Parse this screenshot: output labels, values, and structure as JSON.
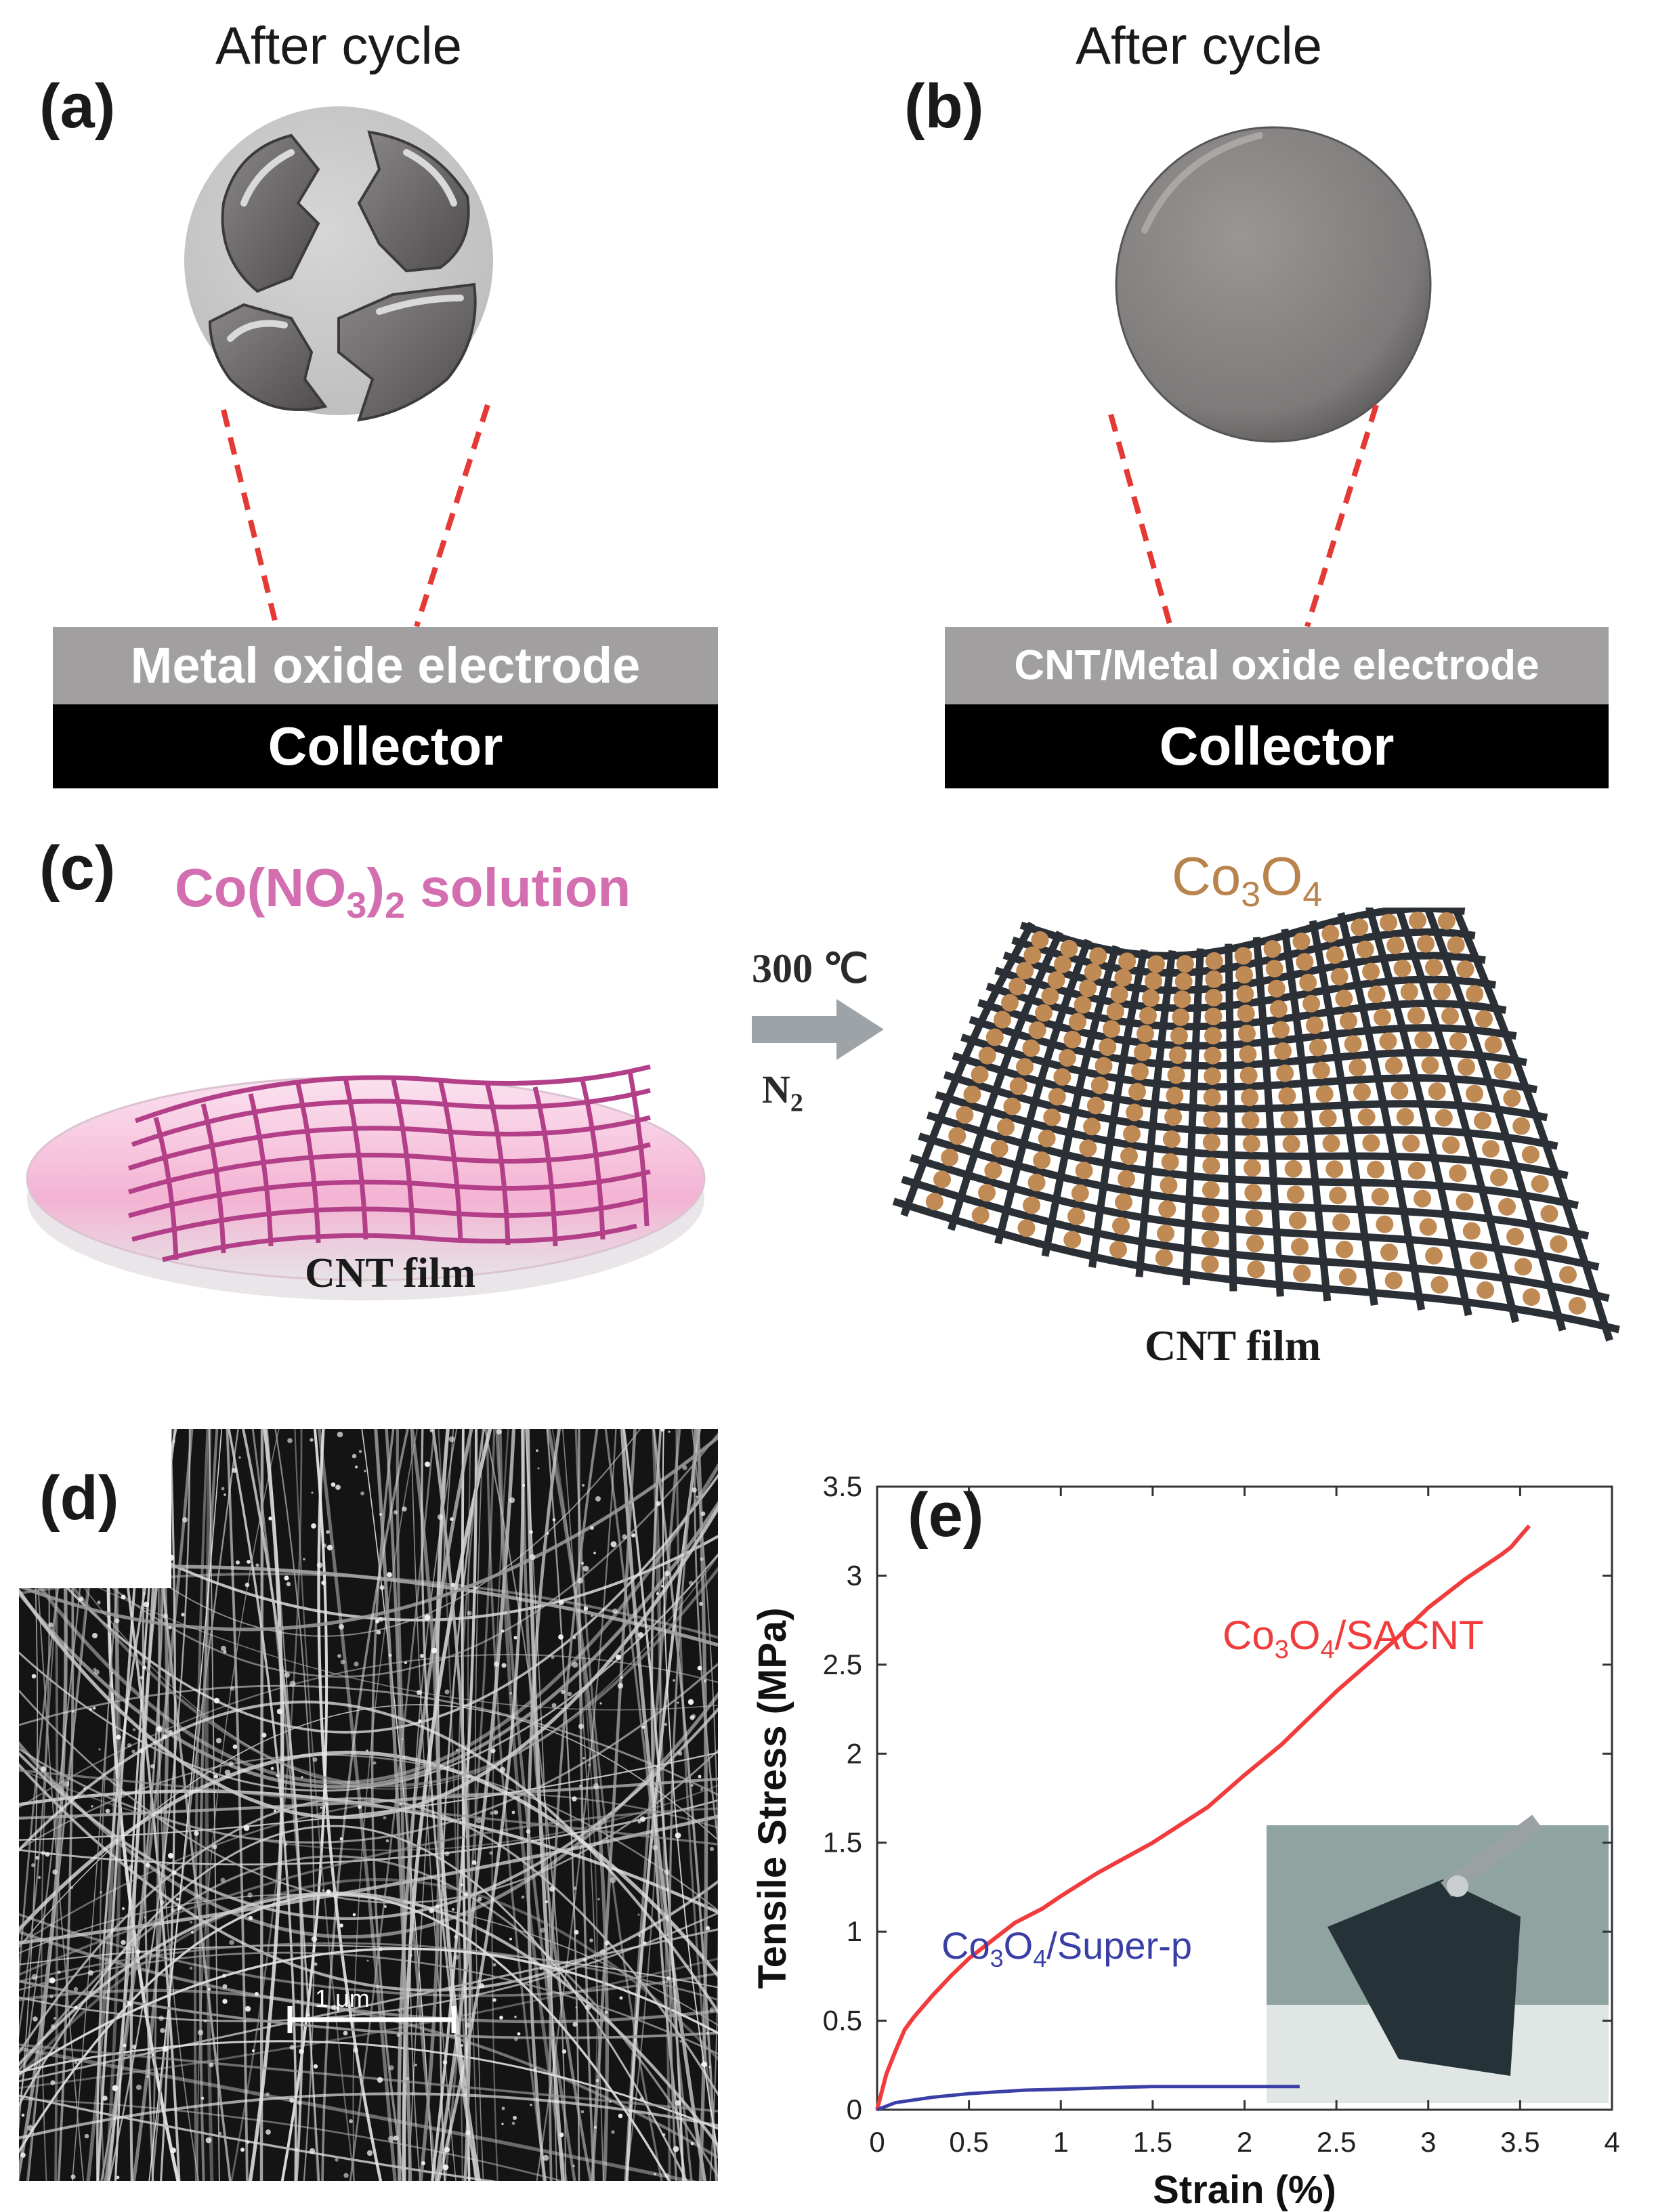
{
  "panel_a": {
    "label": "(a)",
    "header": "After cycle",
    "electrode_label": "Metal oxide electrode",
    "collector_label": "Collector"
  },
  "panel_b": {
    "label": "(b)",
    "header": "After cycle",
    "electrode_label": "CNT/Metal oxide electrode",
    "collector_label": "Collector"
  },
  "panel_c": {
    "label": "(c)",
    "solution_label": {
      "prefix": "Co(NO",
      "sub1": "3",
      "mid": ")",
      "sub2": "2",
      "suffix": " solution"
    },
    "film_left_label": "CNT film",
    "condition_temp": "300 ℃",
    "condition_gas": {
      "text": "N",
      "sub": "2"
    },
    "product_label": {
      "p1": "Co",
      "s1": "3",
      "p2": "O",
      "s2": "4"
    },
    "film_right_label": "CNT film"
  },
  "panel_d": {
    "label": "(d)",
    "scale_bar": "1 μm"
  },
  "panel_e": {
    "label": "(e)",
    "series_labels": {
      "sacnt": {
        "p1": "Co",
        "s1": "3",
        "p2": "O",
        "s2": "4",
        "suffix": "/SACNT"
      },
      "superp": {
        "p1": "Co",
        "s1": "3",
        "p2": "O",
        "s2": "4",
        "suffix": "/Super-p"
      }
    }
  },
  "colors": {
    "dashed_line": "#e53935",
    "pink_text": "#d36fb0",
    "brown_text": "#b9834e",
    "sacnt_line": "#f03c3c",
    "superp_line": "#3a3fa6",
    "grey_band": "#a19f9f"
  },
  "chart_data": {
    "type": "line",
    "xlabel": "Strain (%)",
    "ylabel": "Tensile Stress (MPa)",
    "xlim": [
      0,
      4
    ],
    "ylim": [
      0,
      3.5
    ],
    "xticks": [
      "0",
      "0.5",
      "1",
      "1.5",
      "2",
      "2.5",
      "3",
      "3.5",
      "4"
    ],
    "yticks": [
      "0",
      "0.5",
      "1",
      "1.5",
      "2",
      "2.5",
      "3",
      "3.5"
    ],
    "series": [
      {
        "name": "Co3O4/SACNT",
        "x": [
          0,
          0.05,
          0.1,
          0.15,
          0.2,
          0.3,
          0.4,
          0.5,
          0.6,
          0.7,
          0.75,
          0.9,
          1.0,
          1.2,
          1.5,
          1.8,
          2.0,
          2.2,
          2.5,
          2.8,
          3.0,
          3.2,
          3.4,
          3.45,
          3.5,
          3.55
        ],
        "y": [
          0,
          0.2,
          0.33,
          0.45,
          0.52,
          0.64,
          0.75,
          0.85,
          0.93,
          1.01,
          1.05,
          1.13,
          1.2,
          1.33,
          1.5,
          1.7,
          1.88,
          2.05,
          2.35,
          2.62,
          2.82,
          2.98,
          3.12,
          3.16,
          3.22,
          3.28
        ]
      },
      {
        "name": "Co3O4/Super-p",
        "x": [
          0,
          0.1,
          0.3,
          0.5,
          0.8,
          1.0,
          1.3,
          1.5,
          2.0,
          2.3
        ],
        "y": [
          0,
          0.04,
          0.07,
          0.09,
          0.11,
          0.115,
          0.125,
          0.13,
          0.13,
          0.13
        ]
      }
    ],
    "grid": false
  }
}
